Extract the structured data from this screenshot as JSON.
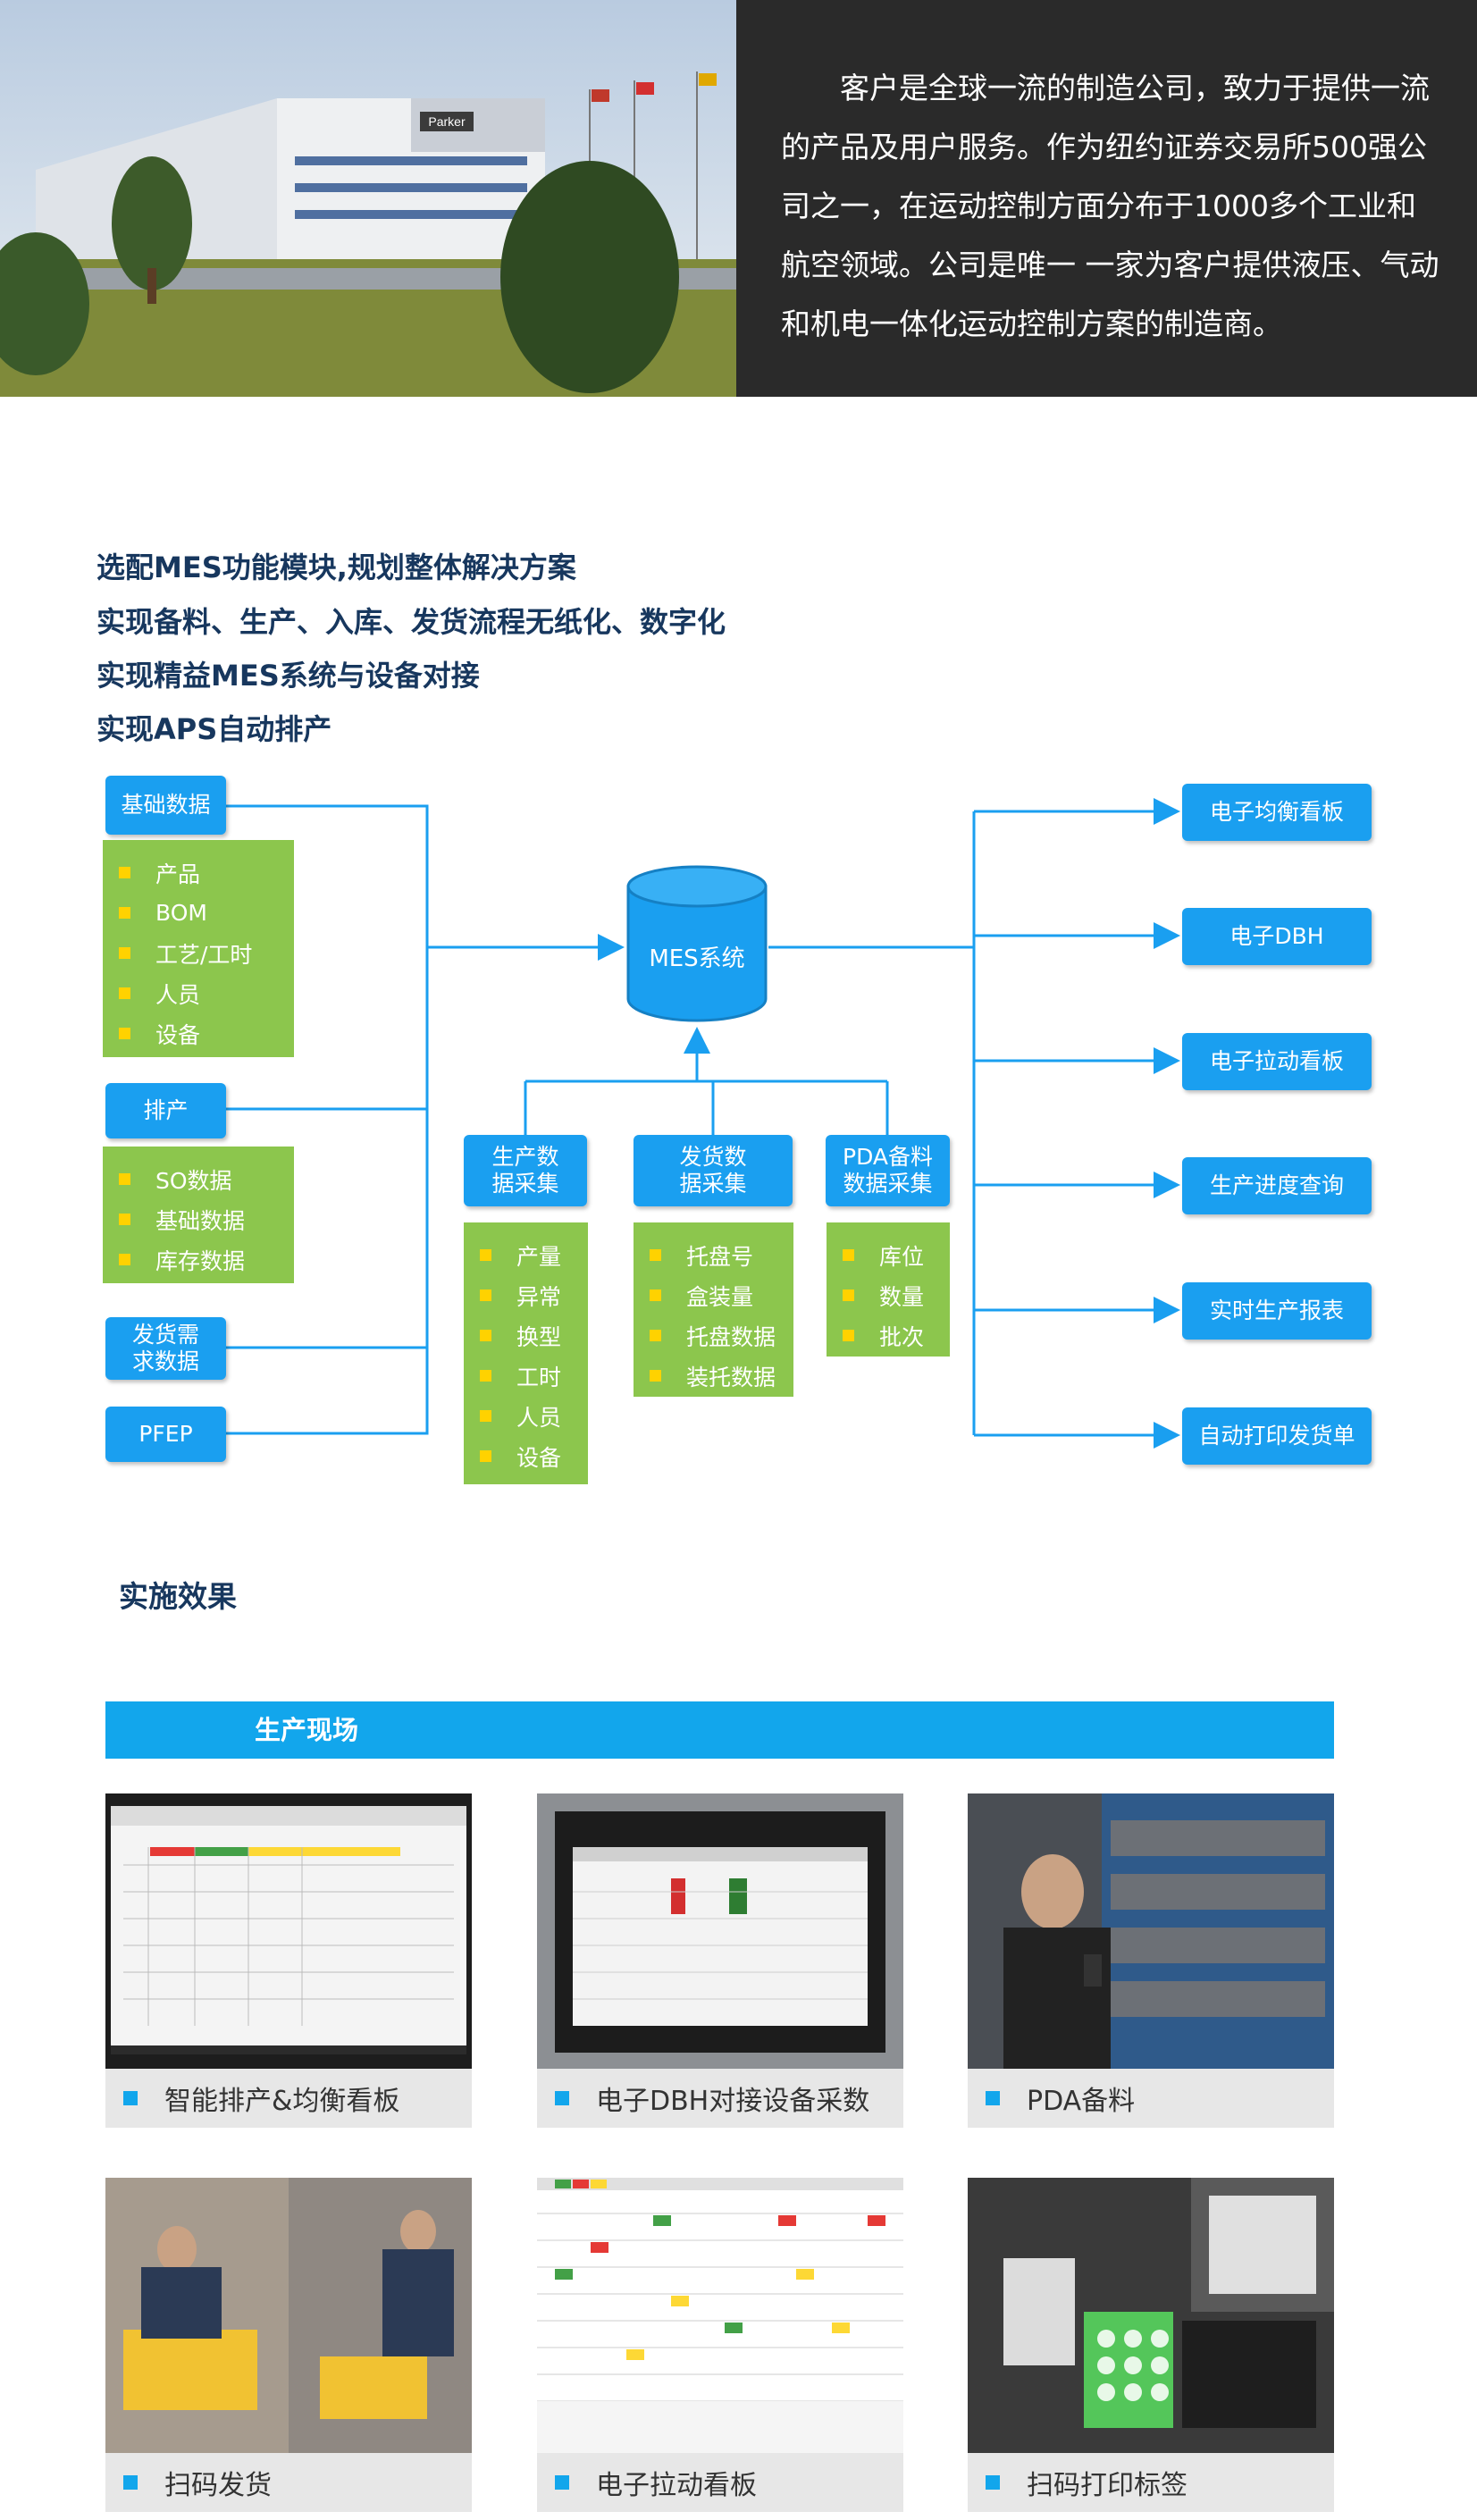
{
  "intro": {
    "text": "客户是全球一流的制造公司，致力于提供一流的产品及用户服务。作为纽约证券交易所500强公司之一，在运动控制方面分布于1000多个工业和航空领域。公司是唯一 一家为客户提供液压、气动和机电一体化运动控制方案的制造商。",
    "sign": "Parker"
  },
  "objectives": [
    "选配MES功能模块,规划整体解决方案",
    "实现备料、生产、入库、发货流程无纸化、数字化",
    "实现精益MES系统与设备对接",
    "实现APS自动排产"
  ],
  "diagram": {
    "center": "MES系统",
    "left": {
      "basic": {
        "label": "基础数据",
        "items": [
          "产品",
          "BOM",
          "工艺/工时",
          "人员",
          "设备"
        ]
      },
      "schedule": {
        "label": "排产",
        "items": [
          "SO数据",
          "基础数据",
          "库存数据"
        ]
      },
      "ship_demand": {
        "label": "发货需求数据"
      },
      "pfep": {
        "label": "PFEP"
      }
    },
    "bottom": {
      "production": {
        "label": "生产数据采集",
        "items": [
          "产量",
          "异常",
          "换型",
          "工时",
          "人员",
          "设备"
        ]
      },
      "shipping": {
        "label": "发货数据采集",
        "items": [
          "托盘号",
          "盒装量",
          "托盘数据",
          "装托数据"
        ]
      },
      "pda": {
        "label": "PDA备料数据采集",
        "items": [
          "库位",
          "数量",
          "批次"
        ]
      }
    },
    "outputs": [
      "电子均衡看板",
      "电子DBH",
      "电子拉动看板",
      "生产进度查询",
      "实时生产报表",
      "自动打印发货单"
    ]
  },
  "results": {
    "title": "实施效果",
    "section": "生产现场",
    "cards": [
      {
        "caption": "智能排产&均衡看板"
      },
      {
        "caption": "电子DBH对接设备采数"
      },
      {
        "caption": "PDA备料"
      },
      {
        "caption": "扫码发货"
      },
      {
        "caption": "电子拉动看板"
      },
      {
        "caption": "扫码打印标签"
      }
    ]
  },
  "colors": {
    "blue": "#1a9ff0",
    "green": "#8cc64d",
    "yellow": "#ffd200",
    "navy": "#17375e",
    "bar": "#12a6ec"
  }
}
